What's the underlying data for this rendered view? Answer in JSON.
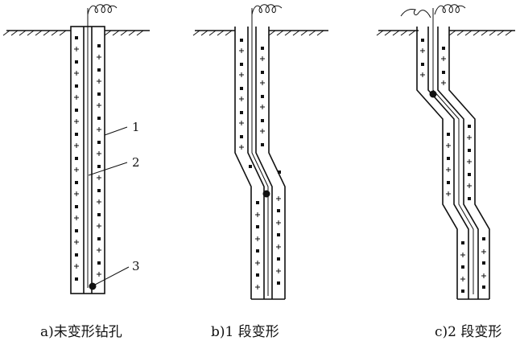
{
  "captions": {
    "a": "a)未变形钻孔",
    "b": "b)1 段变形",
    "c": "c)2 段变形"
  },
  "callouts": {
    "one": "1",
    "two": "2",
    "three": "3"
  }
}
